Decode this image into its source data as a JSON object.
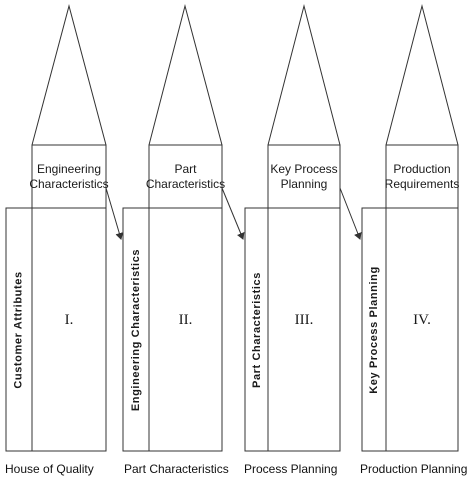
{
  "headers": [
    "Engineering\nCharacteristics",
    "Part\nCharacteristics",
    "Key Process\nPlanning",
    "Production\nRequirements"
  ],
  "side_labels": [
    "Customer Attributes",
    "Engineering Characteristics",
    "Part Characteristics",
    "Key Process Planning"
  ],
  "numerals": [
    "I.",
    "II.",
    "III.",
    "IV."
  ],
  "captions": [
    "House of Quality",
    "Part Characteristics",
    "Process Planning",
    "Production Planning"
  ]
}
